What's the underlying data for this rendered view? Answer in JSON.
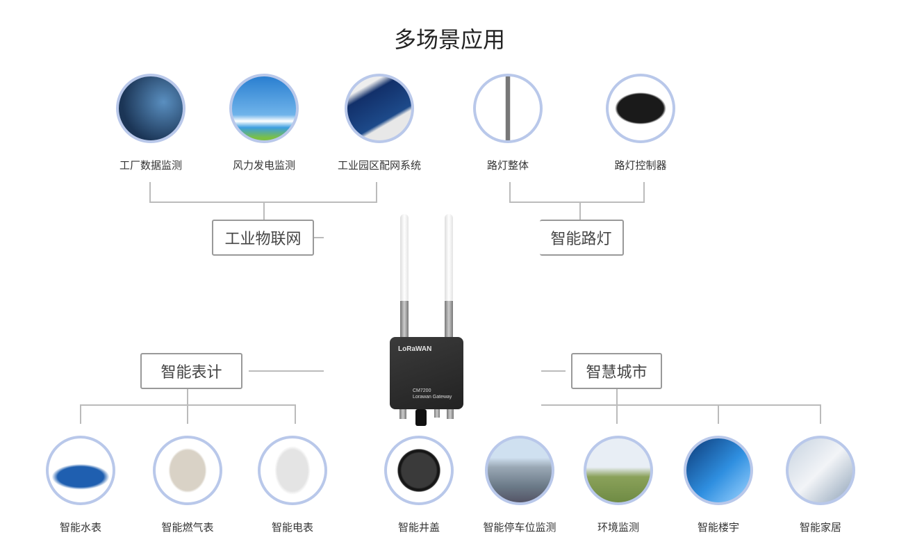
{
  "title": "多场景应用",
  "groups": {
    "industrial_iot": "工业物联网",
    "smart_streetlight": "智能路灯",
    "smart_meter": "智能表计",
    "smart_city": "智慧城市"
  },
  "top_items": [
    "工厂数据监测",
    "风力发电监测",
    "工业园区配网系统",
    "路灯整体",
    "路灯控制器"
  ],
  "bottom_items": [
    "智能水表",
    "智能燃气表",
    "智能电表",
    "智能井盖",
    "智能停车位监测",
    "环境监测",
    "智能楼宇",
    "智能家居"
  ],
  "device": {
    "logo": "LoRaWAN",
    "model": "CM7200",
    "name": "Lorawan Gateway"
  }
}
